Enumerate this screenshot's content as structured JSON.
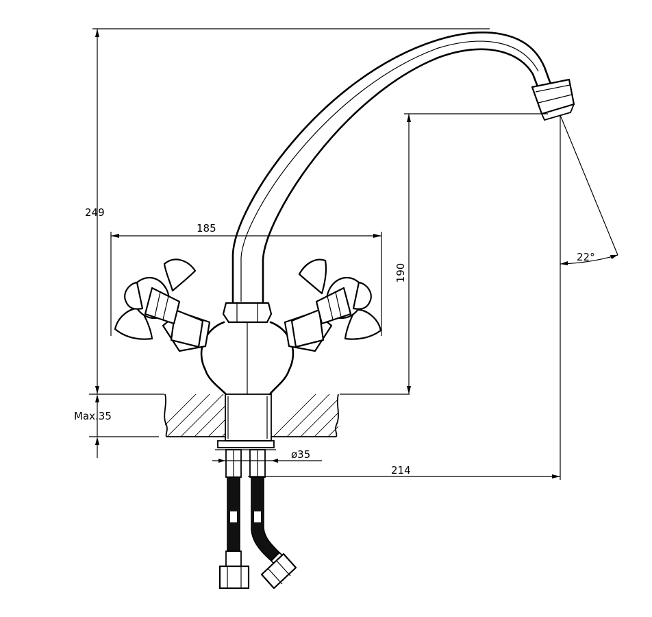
{
  "dimensions": {
    "height_total": "249",
    "handle_span": "185",
    "spout_height": "190",
    "max_thickness": "Max.35",
    "hole_diameter": "ø35",
    "reach": "214",
    "swivel_angle": "22°"
  }
}
